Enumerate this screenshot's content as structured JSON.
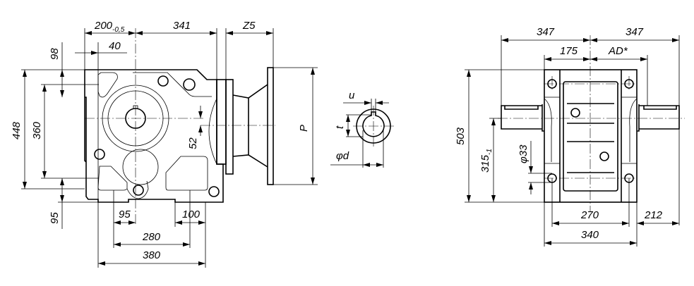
{
  "title": "Gear reducer dimension drawing",
  "side_view": {
    "dims": {
      "d200": "200",
      "d200_tol": "-0,5",
      "d341": "341",
      "dZ5": "Z5",
      "d40": "40",
      "d98": "98",
      "d448": "448",
      "d360": "360",
      "d95v": "95",
      "d52": "52",
      "dP": "P",
      "d95h": "95",
      "d100": "100",
      "d280": "280",
      "d380": "380"
    }
  },
  "shaft_section": {
    "dims": {
      "u": "u",
      "t": "t",
      "d": "φd"
    }
  },
  "front_view": {
    "dims": {
      "d347l": "347",
      "d347r": "347",
      "d175": "175",
      "dAD": "AD*",
      "d503": "503",
      "d315": "315",
      "d315_tol": "-1",
      "d33": "φ33",
      "d270": "270",
      "d212": "212",
      "d340": "340"
    }
  }
}
